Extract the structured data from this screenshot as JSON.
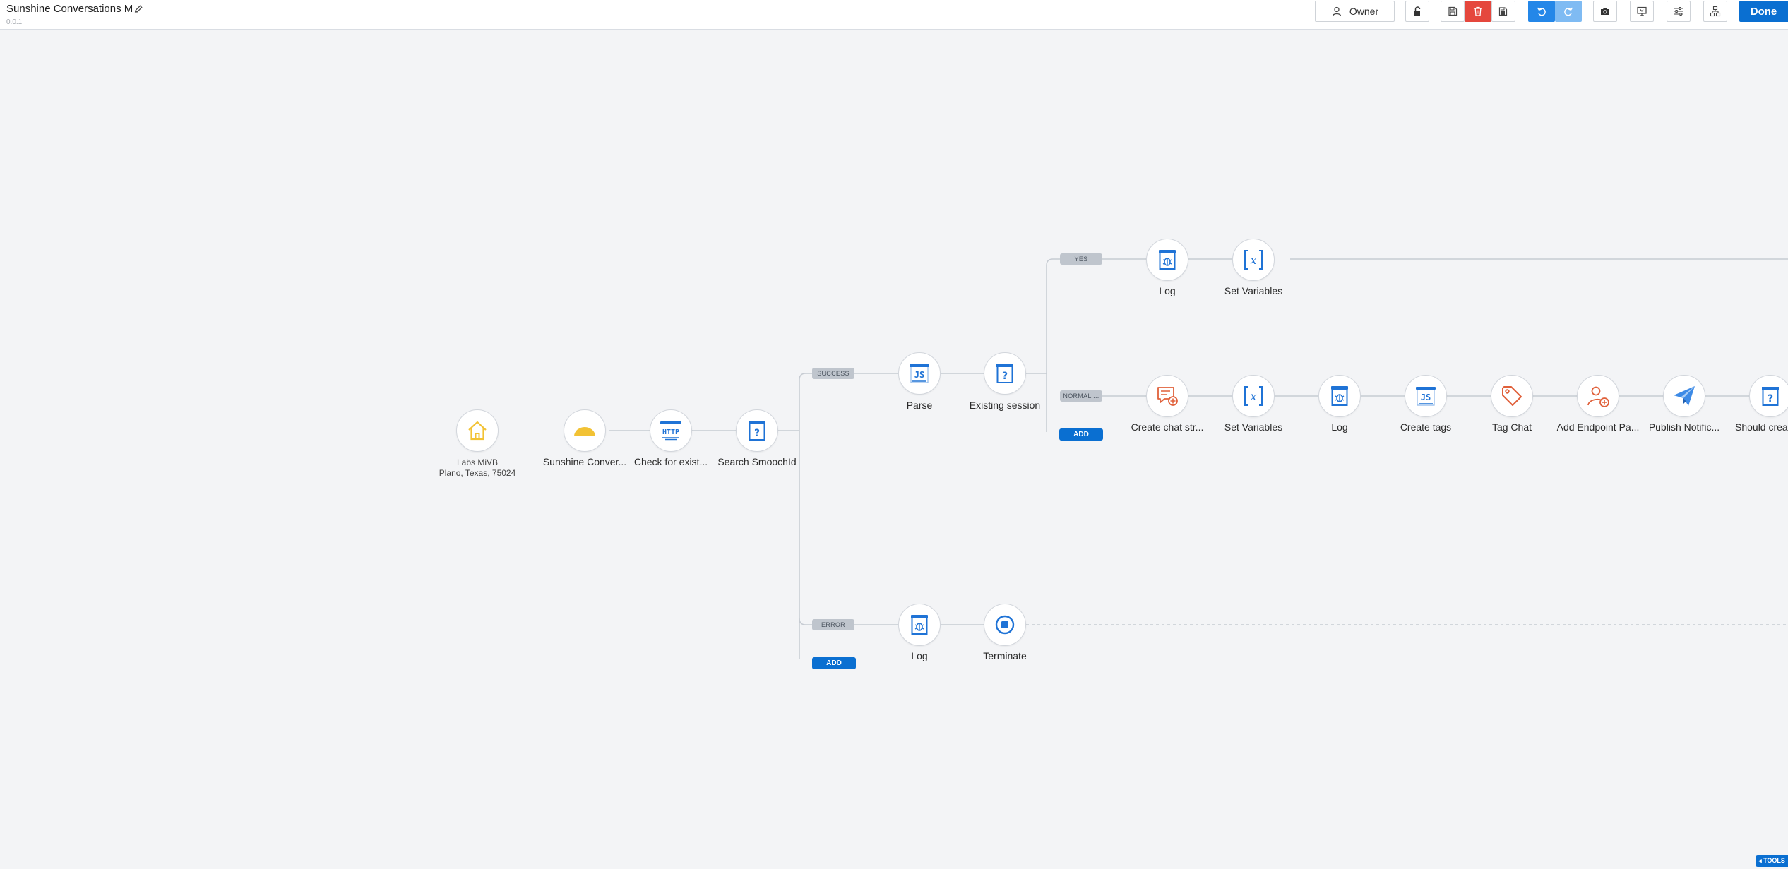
{
  "header": {
    "title": "Sunshine Conversations M",
    "version": "0.0.1",
    "owner_label": "Owner",
    "done_label": "Done"
  },
  "toolbar_icons": [
    "user-icon",
    "unlock-icon",
    "save-icon",
    "trash-icon",
    "save-as-icon",
    "undo-icon",
    "redo-icon",
    "camera-icon",
    "monitor-icon",
    "sliders-icon",
    "sitemap-icon"
  ],
  "colors": {
    "accent": "#0a6fd1",
    "danger": "#e5473d",
    "node_icon_blue": "#1f73d6",
    "node_icon_orange": "#e0603a",
    "start_yellow": "#f2c234",
    "tag_gray": "#bfc5cd",
    "canvas": "#f3f4f6"
  },
  "flow": {
    "start": {
      "label": "Labs MiVB",
      "sublabel": "Plano, Texas, 75024",
      "icon": "home-icon"
    },
    "main_chain": [
      {
        "label": "Sunshine Conver...",
        "icon": "sunrise-icon"
      },
      {
        "label": "Check for exist...",
        "icon": "http-icon"
      },
      {
        "label": "Search SmoochId",
        "icon": "decision-icon"
      }
    ],
    "branch_tags": {
      "success": "SUCCESS",
      "error": "ERROR",
      "yes": "YES",
      "normal": "NORMAL ..."
    },
    "success_chain": [
      {
        "label": "Parse",
        "icon": "js-script-icon"
      },
      {
        "label": "Existing session",
        "icon": "decision-icon"
      }
    ],
    "yes_chain": [
      {
        "label": "Log",
        "icon": "log-bug-icon"
      },
      {
        "label": "Set Variables",
        "icon": "variables-icon"
      }
    ],
    "normal_chain": [
      {
        "label": "Create chat str...",
        "icon": "chat-add-icon"
      },
      {
        "label": "Set Variables",
        "icon": "variables-icon"
      },
      {
        "label": "Log",
        "icon": "log-bug-icon"
      },
      {
        "label": "Create tags",
        "icon": "js-script-icon"
      },
      {
        "label": "Tag Chat",
        "icon": "tag-icon"
      },
      {
        "label": "Add Endpoint Pa...",
        "icon": "add-user-icon"
      },
      {
        "label": "Publish Notific...",
        "icon": "send-icon"
      },
      {
        "label": "Should crea",
        "icon": "decision-icon"
      }
    ],
    "error_chain": [
      {
        "label": "Log",
        "icon": "log-bug-icon"
      },
      {
        "label": "Terminate",
        "icon": "stop-icon"
      }
    ],
    "add_label": "ADD"
  },
  "tools_label": "◂ TOOLS"
}
